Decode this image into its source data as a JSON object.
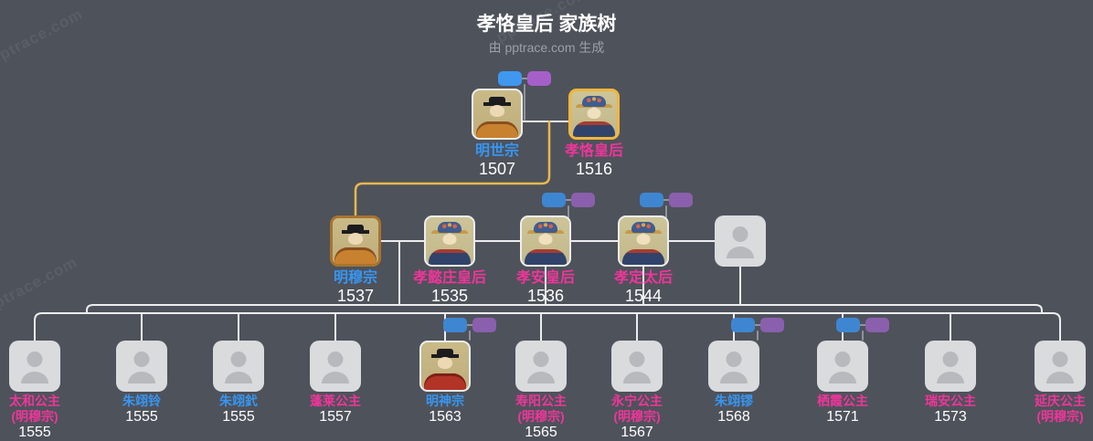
{
  "header": {
    "title": "孝恪皇后 家族树",
    "subtitle": "由 pptrace.com 生成"
  },
  "watermark": {
    "text": "pptrace.com"
  },
  "colors": {
    "background": "#4E525B",
    "male_name": "#3796F2",
    "female_name": "#F0359A",
    "year_text": "#FFFFFF",
    "connector_line": "#ECEDEF",
    "lineage_highlight_line": "#E9B84E",
    "highlight_border": "#F0B63B",
    "couple_icon_blue": "#3E86D2",
    "couple_icon_purple": "#8A5FAD",
    "placeholder_avatar": "#DADBDD"
  },
  "tree": {
    "generation1": [
      {
        "name": "明世宗",
        "birth_year": "1507",
        "gender": "male",
        "portrait": "emperor"
      },
      {
        "name": "孝恪皇后",
        "birth_year": "1516",
        "gender": "female",
        "portrait": "empress",
        "highlighted": true
      }
    ],
    "generation2": [
      {
        "name": "明穆宗",
        "birth_year": "1537",
        "gender": "male",
        "portrait": "emperor",
        "highlighted": true
      },
      {
        "name": "孝懿庄皇后",
        "birth_year": "1535",
        "gender": "female",
        "portrait": "empress"
      },
      {
        "name": "孝安皇后",
        "birth_year": "1536",
        "gender": "female",
        "portrait": "empress"
      },
      {
        "name": "孝定太后",
        "birth_year": "1544",
        "gender": "female",
        "portrait": "empress"
      },
      {
        "name": "",
        "birth_year": "",
        "gender": "unknown",
        "portrait": "placeholder"
      }
    ],
    "generation3": [
      {
        "name": "太和公主",
        "note": "(明穆宗)",
        "birth_year": "1555",
        "gender": "female"
      },
      {
        "name": "朱翊铃",
        "birth_year": "1555",
        "gender": "male"
      },
      {
        "name": "朱翊釴",
        "birth_year": "1555",
        "gender": "male"
      },
      {
        "name": "蓬莱公主",
        "birth_year": "1557",
        "gender": "female"
      },
      {
        "name": "明神宗",
        "birth_year": "1563",
        "gender": "male",
        "portrait": "emperor"
      },
      {
        "name": "寿阳公主",
        "note": "(明穆宗)",
        "birth_year": "1565",
        "gender": "female"
      },
      {
        "name": "永宁公主",
        "note": "(明穆宗)",
        "birth_year": "1567",
        "gender": "female"
      },
      {
        "name": "朱翊镠",
        "birth_year": "1568",
        "gender": "male"
      },
      {
        "name": "栖霞公主",
        "birth_year": "1571",
        "gender": "female"
      },
      {
        "name": "瑞安公主",
        "birth_year": "1573",
        "gender": "female"
      },
      {
        "name": "延庆公主",
        "note": "(明穆宗)",
        "gender": "female"
      }
    ]
  }
}
